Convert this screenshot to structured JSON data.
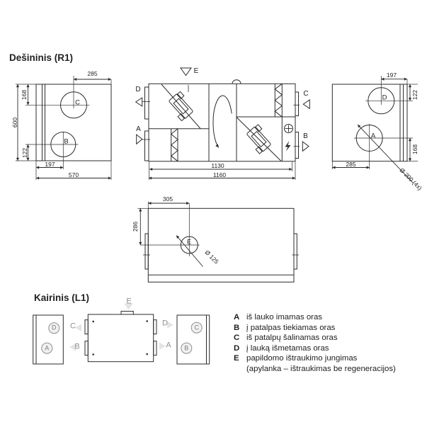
{
  "titles": {
    "right": "Dešininis (R1)",
    "left": "Kairinis (L1)"
  },
  "r1": {
    "front_left": {
      "dim_top": "285",
      "dim_c_offset": "168",
      "dim_height": "600",
      "dim_b_offset": "122",
      "dim_b_x": "197",
      "dim_width": "570",
      "port_top": "C",
      "port_bottom": "B"
    },
    "side": {
      "port_d": "D",
      "port_a": "A",
      "port_c": "C",
      "port_b": "B",
      "port_e": "E",
      "dim_inner": "1130",
      "dim_length": "1160"
    },
    "front_right": {
      "dim_top": "197",
      "dim_d_offset": "122",
      "dim_a_offset": "168",
      "dim_a_x": "285",
      "leader": "Ø 200 (4x)",
      "port_top": "D",
      "port_bottom": "A"
    },
    "top": {
      "dim_e_x": "305",
      "dim_e_y": "286",
      "leader": "Ø 125",
      "port_e": "E"
    }
  },
  "l1": {
    "left_panel": {
      "top": "D",
      "bottom": "A"
    },
    "unit": {
      "left_top": "C",
      "left_bottom": "B",
      "right_top": "D",
      "right_bottom": "A",
      "top": "E"
    },
    "right_panel": {
      "top": "C",
      "bottom": "B"
    }
  },
  "legend": {
    "items": [
      {
        "key": "A",
        "text": "iš lauko imamas oras"
      },
      {
        "key": "B",
        "text": "į patalpas tiekiamas oras"
      },
      {
        "key": "C",
        "text": "iš patalpų šalinamas oras"
      },
      {
        "key": "D",
        "text": "į lauką išmetamas oras"
      },
      {
        "key": "E",
        "text": "papildomo ištraukimo jungimas"
      }
    ],
    "note": "(apylanka – ištraukimas be regeneracijos)"
  },
  "colors": {
    "line": "#2b2b2b",
    "text": "#1e1e1e",
    "muted": "#8f8f8f",
    "faint": "#e4e4e4"
  }
}
